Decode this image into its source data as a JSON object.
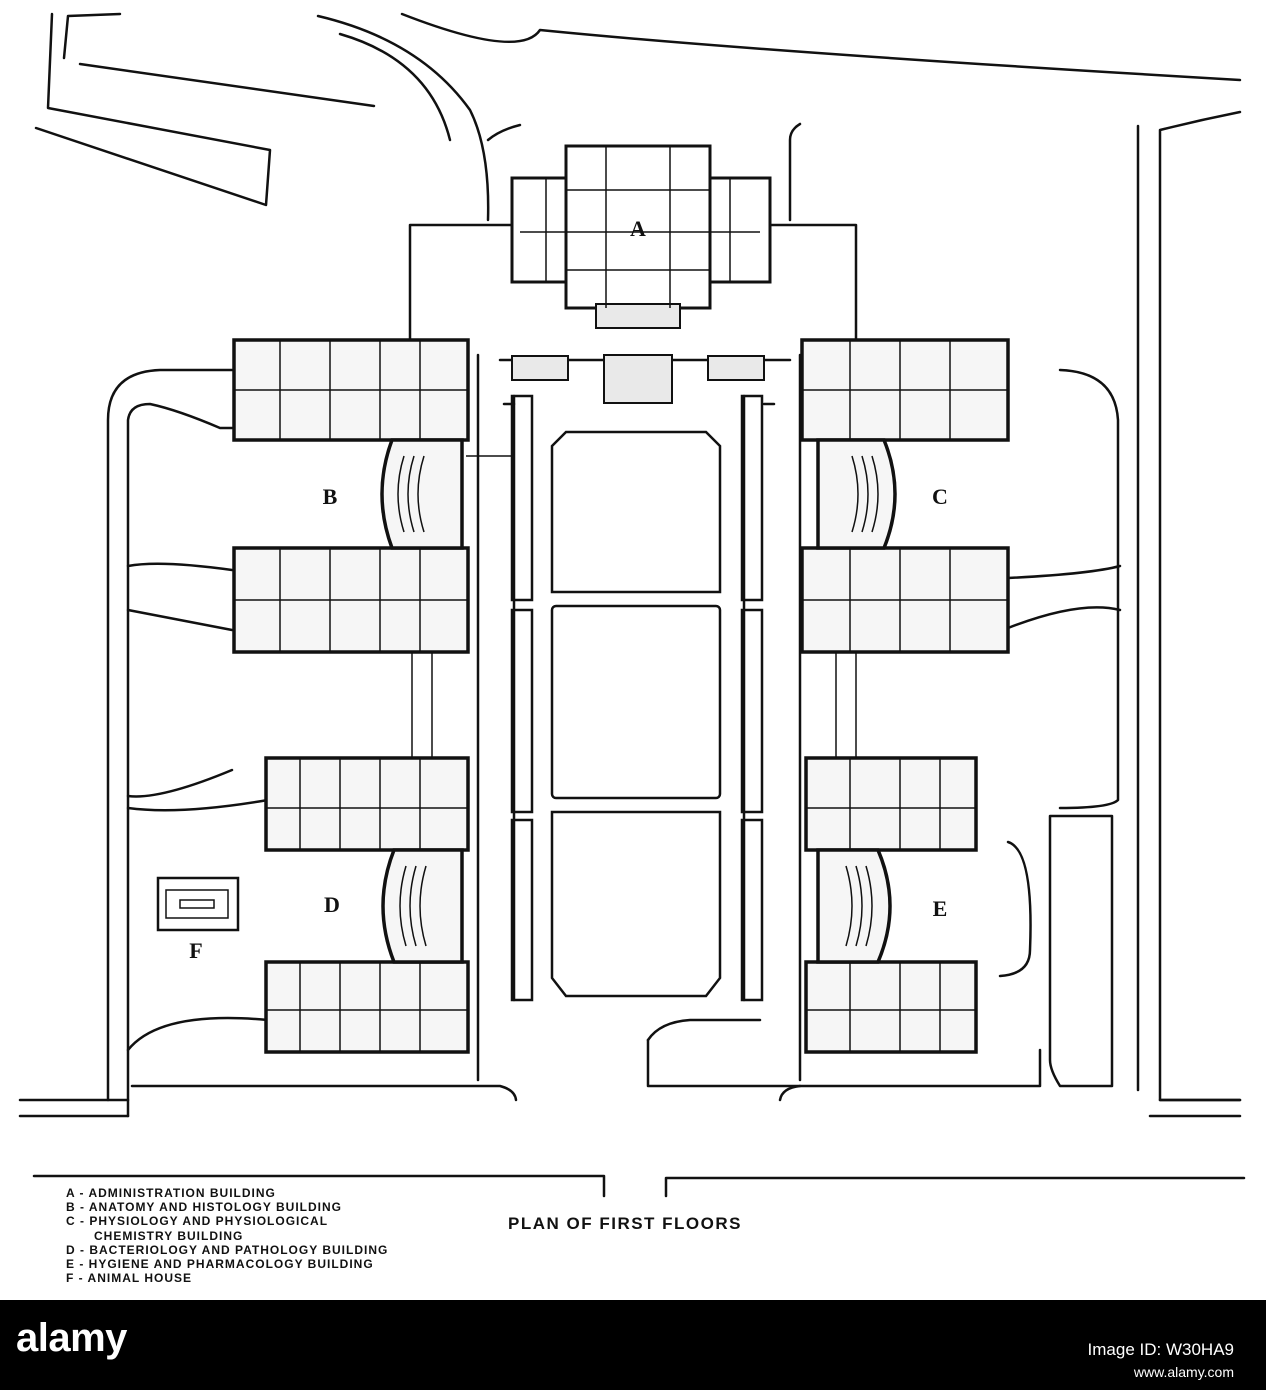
{
  "plan": {
    "title": "PLAN OF FIRST FLOORS",
    "building_labels": [
      "A",
      "B",
      "C",
      "D",
      "E",
      "F"
    ],
    "legend": [
      {
        "line": "A - ADMINISTRATION BUILDING",
        "cont": ""
      },
      {
        "line": "B - ANATOMY AND HISTOLOGY BUILDING",
        "cont": ""
      },
      {
        "line": "C - PHYSIOLOGY AND PHYSIOLOGICAL",
        "cont": "CHEMISTRY BUILDING"
      },
      {
        "line": "D - BACTERIOLOGY AND PATHOLOGY BUILDING",
        "cont": ""
      },
      {
        "line": "E - HYGIENE AND PHARMACOLOGY BUILDING",
        "cont": ""
      },
      {
        "line": "F - ANIMAL HOUSE",
        "cont": ""
      }
    ]
  },
  "watermark": {
    "brand": "alamy",
    "image_id": "Image ID: W30HA9",
    "url": "www.alamy.com"
  },
  "colors": {
    "ink": "#111111",
    "paper": "#ffffff",
    "wall_fill": "#e9e9e9",
    "footer_bg": "#000000",
    "footer_text": "#ffffff"
  }
}
